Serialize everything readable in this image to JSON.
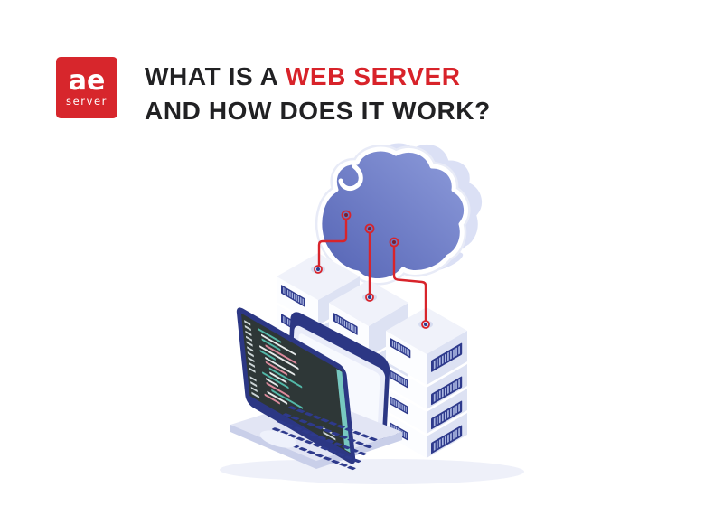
{
  "logo": {
    "text_main": "ae",
    "text_sub": "server"
  },
  "title": {
    "line1_prefix": "WHAT IS A ",
    "line1_highlight": "WEB SERVER",
    "line2": "AND HOW DOES IT WORK?"
  },
  "illustration": {
    "alt": "Isometric illustration of a blue cloud connected by red cables to three white server towers, with a laptop showing code and a tablet panel in front",
    "elements": [
      "cloud-icon",
      "connection-cable",
      "server-tower",
      "laptop-with-code",
      "tablet-panel"
    ]
  },
  "colors": {
    "logo_red": "#d7262c",
    "title_dark": "#212123",
    "title_red": "#d8232a",
    "cloud_blue_dark": "#5463b4",
    "cloud_blue_light": "#8e9cdb",
    "cloud_shadow": "#dbe0f5",
    "server_top": "#f0f2fa",
    "server_left": "#fcfdff",
    "server_right": "#dde2f3",
    "vent_navy": "#2e3a8c",
    "vent_stripe": "#a9b5e0",
    "cable_red": "#d8242b",
    "frame_navy": "#2c3784",
    "screen_dark": "#2e3737",
    "code_teal": "#53b8a8",
    "code_white": "#e6eaea",
    "code_pink": "#dc8a9b",
    "accent_cyan": "#7fd8cf",
    "laptop_body": "#e2e5f4",
    "laptop_edge": "#c9cfe9",
    "shadow_soft": "#eef0f9",
    "port_base": "#d7ddf1"
  }
}
